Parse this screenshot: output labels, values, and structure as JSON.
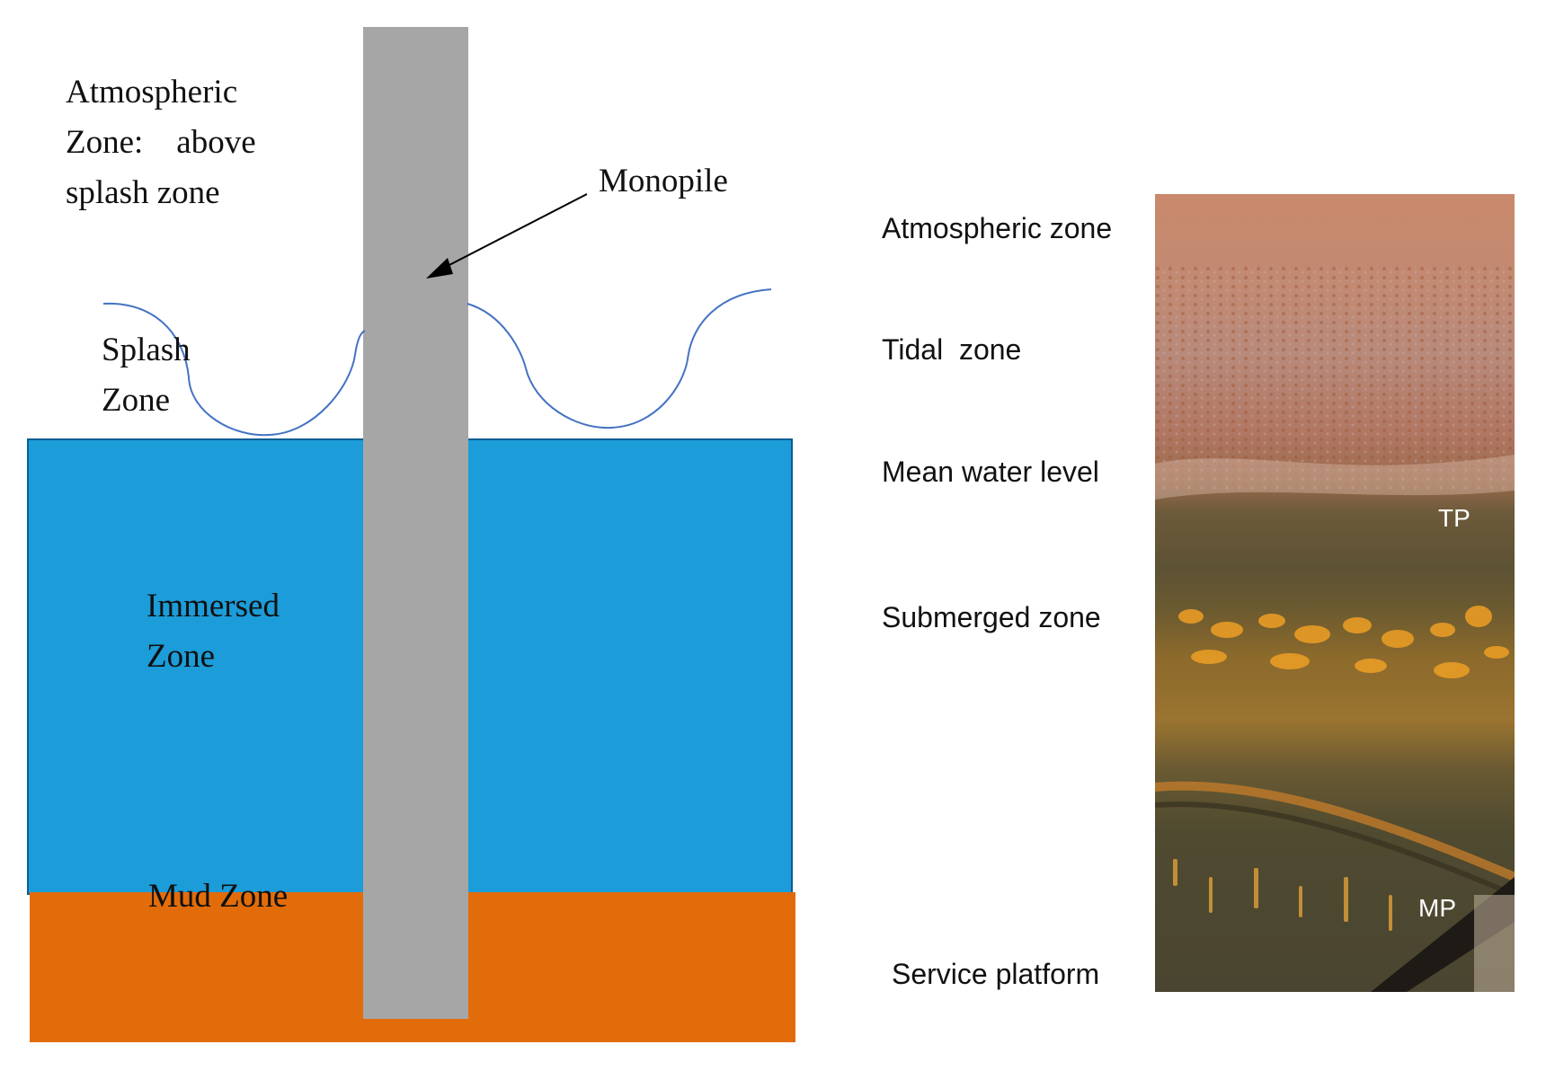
{
  "left_diagram": {
    "atmospheric_zone": {
      "line1": "Atmospheric",
      "line2": "Zone:    above",
      "line3": "splash zone"
    },
    "monopile_label": "Monopile",
    "splash_zone": {
      "line1": "Splash",
      "line2": "Zone"
    },
    "immersed_zone": {
      "line1": "Immersed",
      "line2": "Zone"
    },
    "mud_zone": "Mud Zone",
    "colors": {
      "water": "#1c9cd8",
      "mud": "#e36c0a",
      "monopile": "#a6a6a6",
      "wave_line": "#4472c4"
    }
  },
  "right_labels": {
    "atmospheric": "Atmospheric zone",
    "tidal": "Tidal  zone",
    "mean_water": "Mean water level",
    "submerged": "Submerged zone",
    "service_platform": "Service platform"
  },
  "photo": {
    "tag_tp": "TP",
    "tag_mp": "MP"
  }
}
